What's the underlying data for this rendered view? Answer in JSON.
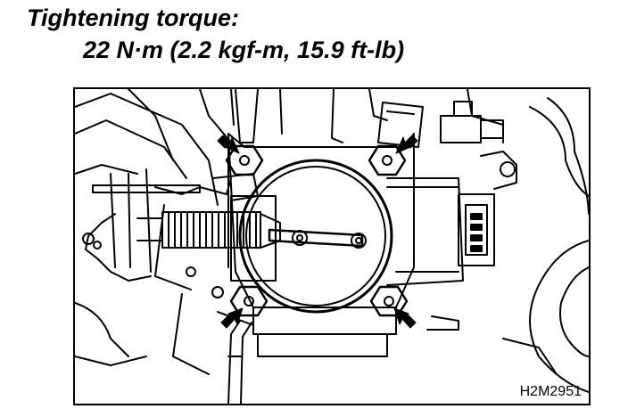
{
  "heading": {
    "title": "Tightening torque:",
    "spec": "22 N·m (2.2 kgf-m, 15.9 ft-lb)"
  },
  "figure": {
    "reference_code": "H2M2951"
  },
  "icons": {
    "arrow": "arrow-icon",
    "bolt": "bolt-icon"
  }
}
